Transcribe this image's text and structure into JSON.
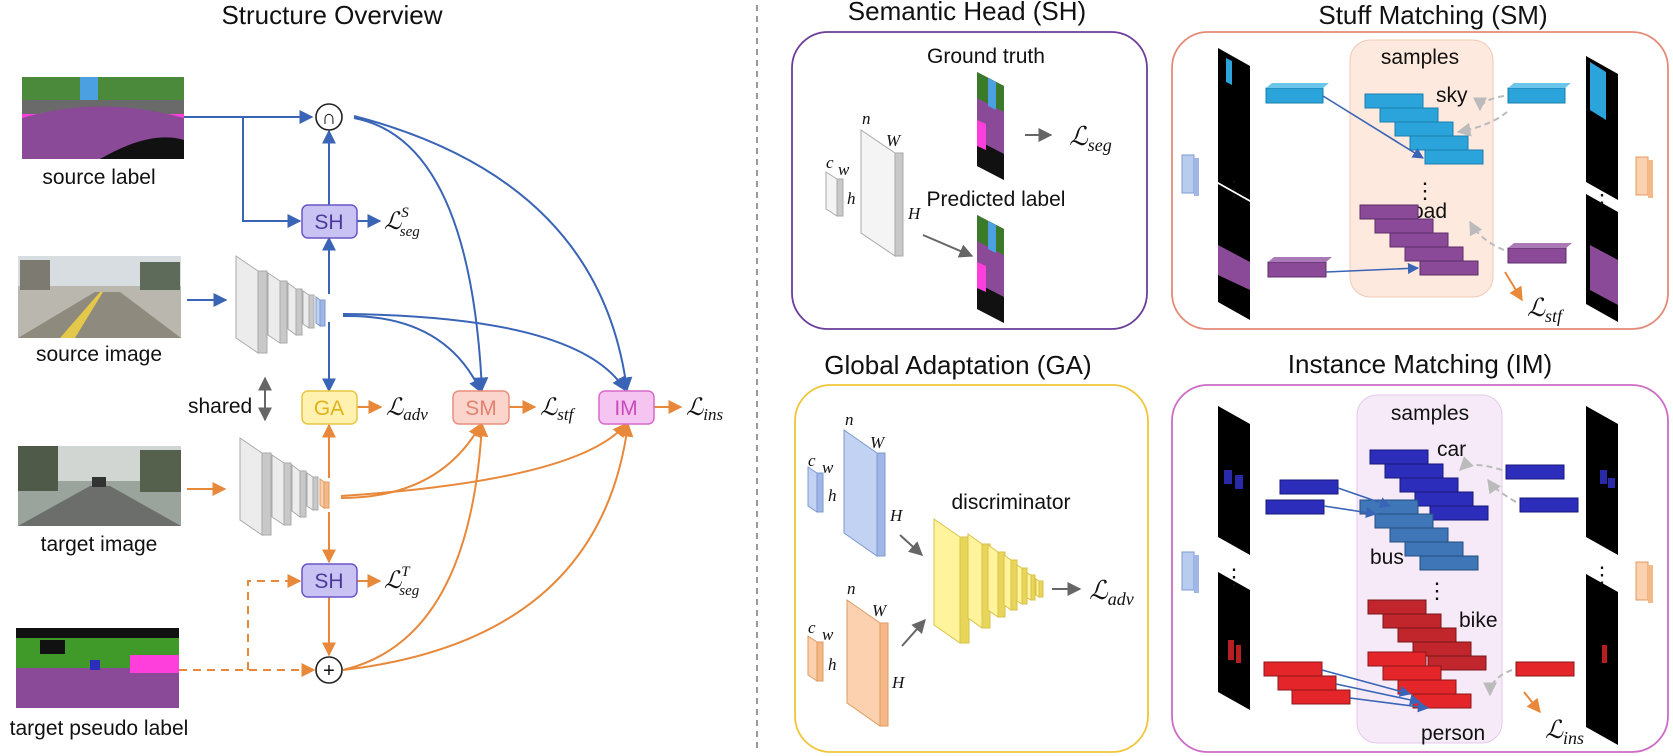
{
  "overview": {
    "title": "Structure Overview",
    "inputs": {
      "source_label": "source label",
      "source_image": "source image",
      "target_image": "target image",
      "target_pseudo_label": "target pseudo label"
    },
    "shared_label": "shared",
    "modules": {
      "sh": "SH",
      "ga": "GA",
      "sm": "SM",
      "im": "IM"
    },
    "ops": {
      "intersect": "∩",
      "union": "+"
    },
    "losses": {
      "seg_source": {
        "base": "ℒ",
        "sub": "seg",
        "sup": "S"
      },
      "seg_target": {
        "base": "ℒ",
        "sub": "seg",
        "sup": "T"
      },
      "adv": {
        "base": "ℒ",
        "sub": "adv"
      },
      "stf": {
        "base": "ℒ",
        "sub": "stf"
      },
      "ins": {
        "base": "ℒ",
        "sub": "ins"
      }
    }
  },
  "semantic_head": {
    "title": "Semantic Head (SH)",
    "ground_truth": "Ground truth",
    "predicted_label": "Predicted label",
    "dims": {
      "c": "c",
      "w": "w",
      "h": "h",
      "n": "n",
      "W": "W",
      "H": "H"
    },
    "loss": {
      "base": "ℒ",
      "sub": "seg"
    }
  },
  "stuff_matching": {
    "title": "Stuff Matching (SM)",
    "samples": "samples",
    "classes": [
      "sky",
      "road"
    ],
    "loss": {
      "base": "ℒ",
      "sub": "stf"
    }
  },
  "global_adaptation": {
    "title": "Global Adaptation (GA)",
    "discriminator": "discriminator",
    "dims": {
      "c": "c",
      "w": "w",
      "h": "h",
      "n": "n",
      "W": "W",
      "H": "H"
    },
    "loss": {
      "base": "ℒ",
      "sub": "adv"
    }
  },
  "instance_matching": {
    "title": "Instance Matching (IM)",
    "samples": "samples",
    "classes": [
      "car",
      "bus",
      "bike",
      "person"
    ],
    "loss": {
      "base": "ℒ",
      "sub": "ins"
    }
  },
  "colors": {
    "source": "#3a64b5",
    "target": "#e8883a",
    "sh_fill": "#c9c3f3",
    "sh_stroke": "#6a55c8",
    "sh_text": "#4c3a9a",
    "ga_fill": "#fff2b0",
    "ga_stroke": "#e9c640",
    "ga_text": "#e0b21a",
    "sm_fill": "#fbd5cc",
    "sm_stroke": "#e88f7c",
    "sm_text": "#e0826f",
    "im_fill": "#f6c4f0",
    "im_stroke": "#d66ac9",
    "im_text": "#c84cbc",
    "sh_panel": "#6a3d9a",
    "sm_panel": "#e58a78",
    "ga_panel": "#efc63a",
    "im_panel": "#cc6cc6",
    "sky": "#2ba4dc",
    "road": "#8a4a97",
    "car": "#2d2dbb",
    "bus": "#3f76b8",
    "bike": "#c0262b",
    "person": "#e4262b"
  }
}
